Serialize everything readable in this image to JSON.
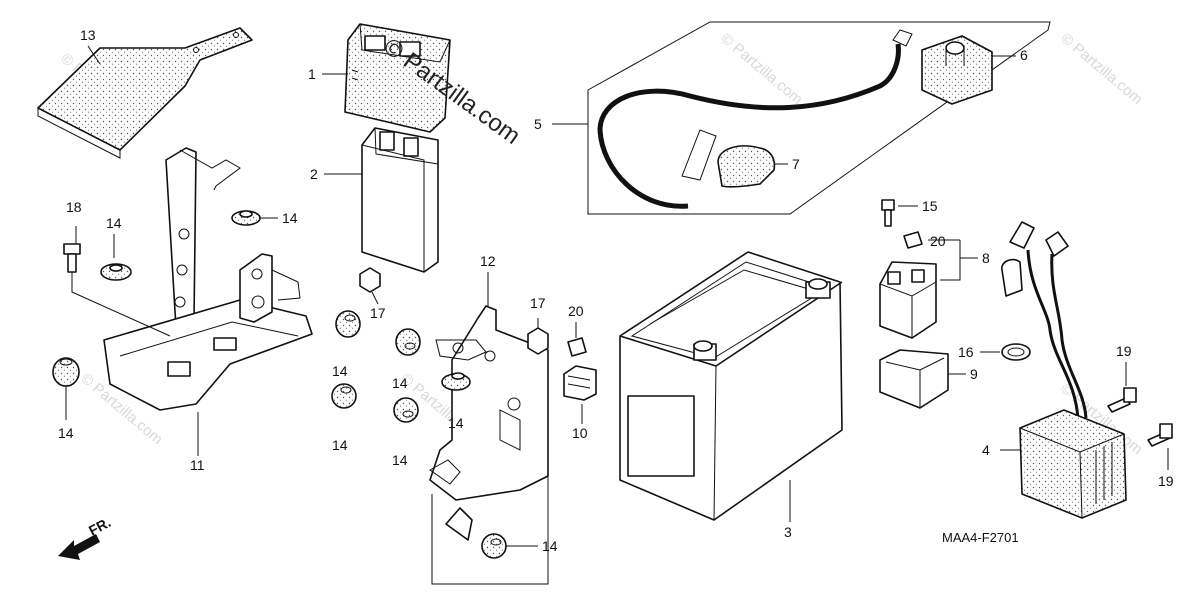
{
  "diagram_code": "MAA4-F2701",
  "front_label": "FR.",
  "watermark": "© Partzilla.com",
  "callouts": {
    "c1": "1",
    "c2": "2",
    "c3": "3",
    "c4": "4",
    "c5": "5",
    "c6": "6",
    "c7": "7",
    "c8": "8",
    "c9": "9",
    "c10": "10",
    "c11": "11",
    "c12": "12",
    "c13": "13",
    "c14a": "14",
    "c14b": "14",
    "c14c": "14",
    "c14d": "14",
    "c14e": "14",
    "c14f": "14",
    "c14g": "14",
    "c14h": "14",
    "c14i": "14",
    "c15": "15",
    "c16": "16",
    "c17a": "17",
    "c17b": "17",
    "c18": "18",
    "c19a": "19",
    "c19b": "19",
    "c20a": "20",
    "c20b": "20"
  }
}
